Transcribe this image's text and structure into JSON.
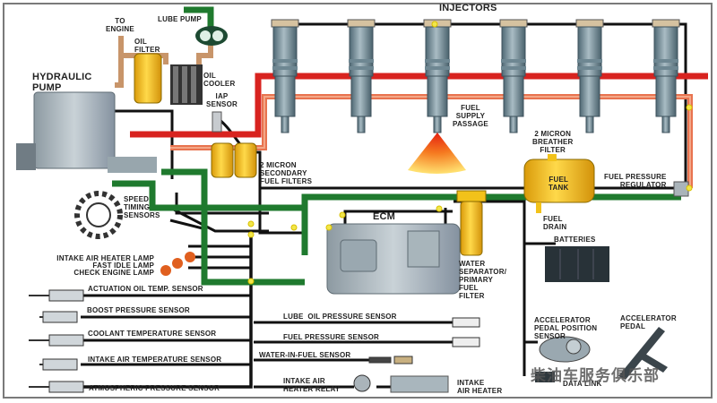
{
  "diagram": {
    "title": "INJECTORS",
    "labels": {
      "to_engine": "TO\nENGINE",
      "lube_pump": "LUBE PUMP",
      "oil_filter": "OIL\nFILTER",
      "oil_cooler": "OIL\nCOOLER",
      "hydraulic_pump": "HYDRAULIC\nPUMP",
      "iap_sensor": "IAP\nSENSOR",
      "secondary_filters": "2 MICRON\nSECONDARY\nFUEL FILTERS",
      "fuel_supply_passage": "FUEL\nSUPPLY\nPASSAGE",
      "breather_filter": "2 MICRON\nBREATHER\nFILTER",
      "fuel_tank": "FUEL\nTANK",
      "fuel_pressure_regulator": "FUEL PRESSURE\nREGULATOR",
      "fuel_drain": "FUEL\nDRAIN",
      "ecm": "ECM",
      "water_separator": "WATER\nSEPARATOR/\nPRIMARY\nFUEL\nFILTER",
      "batteries": "BATTERIES",
      "speed_timing_sensors": "SPEED\nTIMING\nSENSORS",
      "lamps": [
        "INTAKE AIR HEATER LAMP",
        "FAST IDLE LAMP",
        "CHECK ENGINE LAMP"
      ],
      "left_sensors": [
        "ACTUATION OIL TEMP. SENSOR",
        "BOOST PRESSURE SENSOR",
        "COOLANT TEMPERATURE SENSOR",
        "INTAKE AIR TEMPERATURE SENSOR",
        "ATMOSPHERIC PRESSURE SENSOR"
      ],
      "lube_oil_pressure_sensor": "LUBE  OIL PRESSURE SENSOR",
      "fuel_pressure_sensor": "FUEL PRESSURE SENSOR",
      "water_in_fuel_sensor": "WATER-IN-FUEL SENSOR",
      "intake_air_heater_relay": "INTAKE AIR\nHEATER RELAY",
      "intake_air_heater": "INTAKE\nAIR HEATER",
      "accelerator_pedal_position_sensor": "ACCELERATOR\nPEDAL POSITION\nSENSOR",
      "accelerator_pedal": "ACCELERATOR\nPEDAL",
      "data_link": "DATA LINK"
    },
    "injector_count": 6,
    "colors": {
      "high_pressure_oil": "#d8231f",
      "fuel_supply": "#e8734f",
      "fuel_return_green": "#1f7a2e",
      "oil_line": "#c8956a",
      "wiring": "#111111",
      "component_yellow": "#f2c21a",
      "injector_body": "#6f8a96"
    },
    "watermark": "柴油车服务俱乐部"
  }
}
